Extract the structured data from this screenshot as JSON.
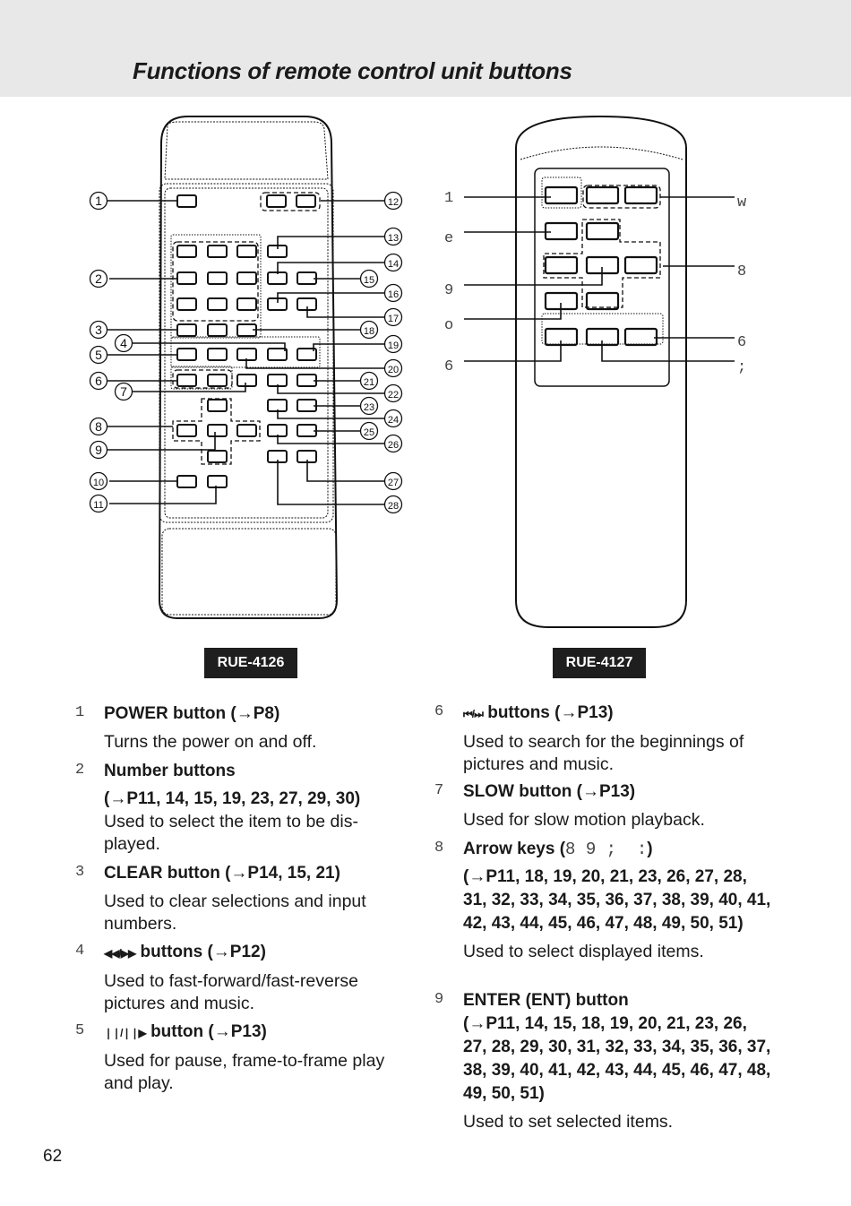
{
  "page": {
    "title": "Functions of remote control unit buttons",
    "page_number": "62"
  },
  "remotes": {
    "left": {
      "model": "RUE-4126",
      "callouts": [
        "1",
        "2",
        "3",
        "4",
        "5",
        "6",
        "7",
        "8",
        "9",
        "10",
        "11",
        "12",
        "13",
        "14",
        "15",
        "16",
        "17",
        "18",
        "19",
        "20",
        "21",
        "22",
        "23",
        "24",
        "25",
        "26",
        "27",
        "28"
      ]
    },
    "right": {
      "model": "RUE-4127",
      "callouts_left": [
        "1",
        "e",
        "9",
        "o",
        "6"
      ],
      "callouts_right": [
        "w",
        "8",
        "6",
        ";"
      ]
    }
  },
  "items": [
    {
      "num": "1",
      "head": "POWER button (→P8)",
      "desc": "Turns the power on and off."
    },
    {
      "num": "2",
      "head": "Number buttons",
      "refs": "(→P11, 14, 15, 19, 23, 27, 29, 30)",
      "desc": "Used to select the item to be dis-played."
    },
    {
      "num": "3",
      "head": "CLEAR button (→P14, 15, 21)",
      "desc": "Used to clear selections and input numbers."
    },
    {
      "num": "4",
      "icon": "◀◀/▶▶",
      "head": "buttons (→P12)",
      "desc": "Used to fast-forward/fast-reverse pictures and music."
    },
    {
      "num": "5",
      "icon": "❘❘/❘❘▶",
      "head": "button (→P13)",
      "desc": "Used for pause, frame-to-frame play and play."
    },
    {
      "num": "6",
      "icon": "⏮/⏭",
      "head": "buttons (→P13)",
      "desc": "Used to search for the beginnings of pictures and music."
    },
    {
      "num": "7",
      "head": "SLOW button (→P13)",
      "desc": "Used for slow motion playback."
    },
    {
      "num": "8",
      "head_prefix": "Arrow keys (",
      "head_keys": "8 9 ;  :",
      "head_suffix": ")",
      "refs": "(→P11, 18, 19, 20, 21, 23, 26, 27, 28, 31, 32, 33, 34, 35, 36, 37, 38, 39, 40, 41, 42, 43, 44, 45, 46, 47, 48, 49, 50, 51)",
      "desc": "Used to select displayed items."
    },
    {
      "num": "9",
      "head": "ENTER (ENT) button",
      "refs": "(→P11, 14, 15, 18, 19, 20, 21, 23, 26, 27, 28, 29, 30, 31, 32, 33, 34, 35, 36, 37, 38, 39, 40, 41, 42, 43, 44, 45, 46, 47, 48, 49, 50, 51)",
      "desc": "Used to set selected items."
    }
  ]
}
